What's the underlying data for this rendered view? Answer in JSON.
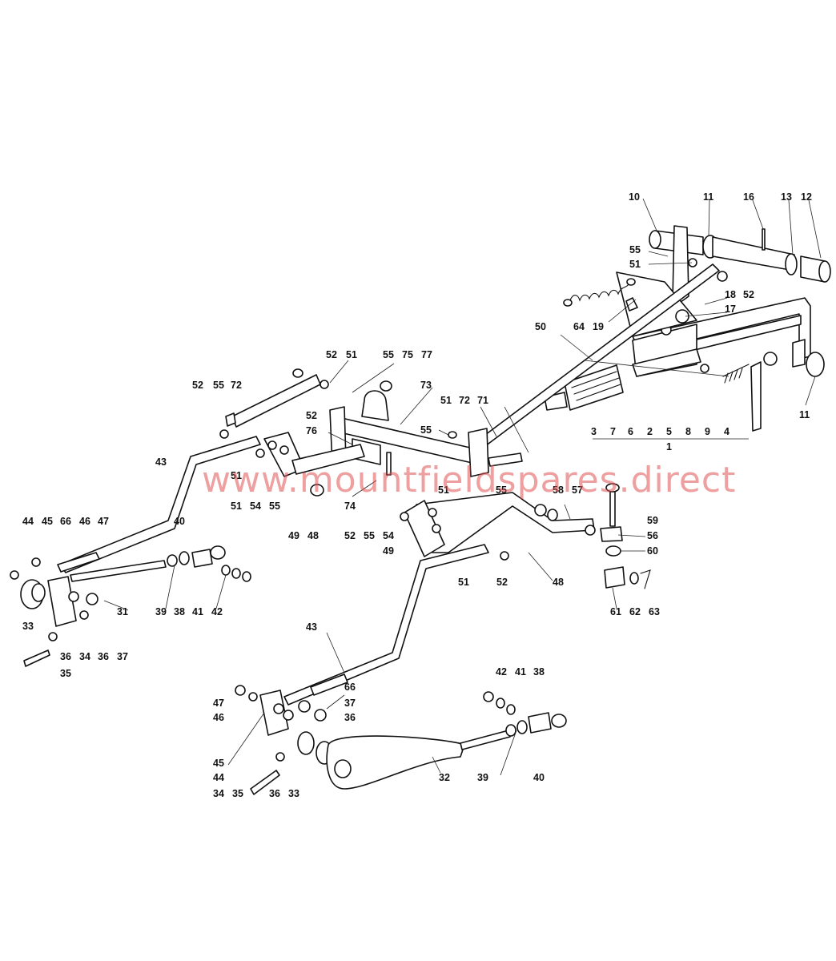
{
  "watermark": "www.mountfieldspares.direct",
  "colors": {
    "line": "#111111",
    "watermark": "#e05050",
    "background": "#ffffff"
  },
  "labels": [
    {
      "id": "l1",
      "text": "10"
    },
    {
      "id": "l2",
      "text": "11"
    },
    {
      "id": "l3",
      "text": "16"
    },
    {
      "id": "l4",
      "text": "13"
    },
    {
      "id": "l5",
      "text": "12"
    },
    {
      "id": "l6",
      "text": "55"
    },
    {
      "id": "l7",
      "text": "51"
    },
    {
      "id": "l8",
      "text": "18"
    },
    {
      "id": "l9",
      "text": "52"
    },
    {
      "id": "l10",
      "text": "17"
    },
    {
      "id": "l11",
      "text": "64"
    },
    {
      "id": "l12",
      "text": "19"
    },
    {
      "id": "l13",
      "text": "50"
    },
    {
      "id": "l14",
      "text": "11"
    },
    {
      "id": "l15",
      "text": "52"
    },
    {
      "id": "l16",
      "text": "51"
    },
    {
      "id": "l17",
      "text": "55"
    },
    {
      "id": "l18",
      "text": "75"
    },
    {
      "id": "l19",
      "text": "77"
    },
    {
      "id": "l20",
      "text": "52"
    },
    {
      "id": "l21",
      "text": "55"
    },
    {
      "id": "l22",
      "text": "72"
    },
    {
      "id": "l23",
      "text": "73"
    },
    {
      "id": "l24",
      "text": "51"
    },
    {
      "id": "l25",
      "text": "72"
    },
    {
      "id": "l26",
      "text": "71"
    },
    {
      "id": "l27",
      "text": "3"
    },
    {
      "id": "l28",
      "text": "7"
    },
    {
      "id": "l29",
      "text": "6"
    },
    {
      "id": "l30",
      "text": "2"
    },
    {
      "id": "l31",
      "text": "5"
    },
    {
      "id": "l32",
      "text": "8"
    },
    {
      "id": "l33",
      "text": "9"
    },
    {
      "id": "l34",
      "text": "4"
    },
    {
      "id": "l35",
      "text": "1"
    },
    {
      "id": "l36",
      "text": "52"
    },
    {
      "id": "l37",
      "text": "76"
    },
    {
      "id": "l38",
      "text": "55"
    },
    {
      "id": "l39",
      "text": "43"
    },
    {
      "id": "l40",
      "text": "51"
    },
    {
      "id": "l41",
      "text": "51"
    },
    {
      "id": "l42",
      "text": "54"
    },
    {
      "id": "l43",
      "text": "55"
    },
    {
      "id": "l44",
      "text": "49"
    },
    {
      "id": "l45",
      "text": "48"
    },
    {
      "id": "l46",
      "text": "74"
    },
    {
      "id": "l47",
      "text": "51"
    },
    {
      "id": "l48",
      "text": "55"
    },
    {
      "id": "l49",
      "text": "58"
    },
    {
      "id": "l50",
      "text": "57"
    },
    {
      "id": "l51",
      "text": "59"
    },
    {
      "id": "l52",
      "text": "52"
    },
    {
      "id": "l53",
      "text": "55"
    },
    {
      "id": "l54",
      "text": "54"
    },
    {
      "id": "l55",
      "text": "49"
    },
    {
      "id": "l56",
      "text": "56"
    },
    {
      "id": "l57",
      "text": "60"
    },
    {
      "id": "l58",
      "text": "51"
    },
    {
      "id": "l59",
      "text": "52"
    },
    {
      "id": "l60",
      "text": "48"
    },
    {
      "id": "l61",
      "text": "61"
    },
    {
      "id": "l62",
      "text": "62"
    },
    {
      "id": "l63",
      "text": "63"
    },
    {
      "id": "l64",
      "text": "44"
    },
    {
      "id": "l65",
      "text": "45"
    },
    {
      "id": "l66",
      "text": "66"
    },
    {
      "id": "l67",
      "text": "46"
    },
    {
      "id": "l68",
      "text": "47"
    },
    {
      "id": "l69",
      "text": "40"
    },
    {
      "id": "l70",
      "text": "31"
    },
    {
      "id": "l71",
      "text": "39"
    },
    {
      "id": "l72",
      "text": "38"
    },
    {
      "id": "l73",
      "text": "41"
    },
    {
      "id": "l74",
      "text": "42"
    },
    {
      "id": "l75",
      "text": "33"
    },
    {
      "id": "l76",
      "text": "36"
    },
    {
      "id": "l77",
      "text": "34"
    },
    {
      "id": "l78",
      "text": "36"
    },
    {
      "id": "l79",
      "text": "37"
    },
    {
      "id": "l80",
      "text": "35"
    },
    {
      "id": "l81",
      "text": "43"
    },
    {
      "id": "l82",
      "text": "66"
    },
    {
      "id": "l83",
      "text": "37"
    },
    {
      "id": "l84",
      "text": "36"
    },
    {
      "id": "l85",
      "text": "47"
    },
    {
      "id": "l86",
      "text": "46"
    },
    {
      "id": "l87",
      "text": "42"
    },
    {
      "id": "l88",
      "text": "41"
    },
    {
      "id": "l89",
      "text": "38"
    },
    {
      "id": "l90",
      "text": "45"
    },
    {
      "id": "l91",
      "text": "44"
    },
    {
      "id": "l92",
      "text": "34"
    },
    {
      "id": "l93",
      "text": "35"
    },
    {
      "id": "l94",
      "text": "36"
    },
    {
      "id": "l95",
      "text": "33"
    },
    {
      "id": "l96",
      "text": "32"
    },
    {
      "id": "l97",
      "text": "39"
    },
    {
      "id": "l98",
      "text": "40"
    }
  ]
}
